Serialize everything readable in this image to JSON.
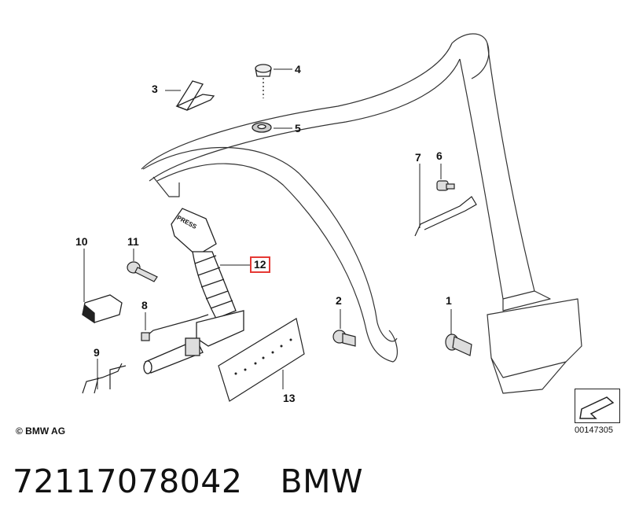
{
  "callouts": [
    {
      "number": "1"
    },
    {
      "number": "2"
    },
    {
      "number": "3"
    },
    {
      "number": "4"
    },
    {
      "number": "5"
    },
    {
      "number": "6"
    },
    {
      "number": "7"
    },
    {
      "number": "8"
    },
    {
      "number": "9"
    },
    {
      "number": "10"
    },
    {
      "number": "11"
    },
    {
      "number": "12",
      "highlighted": true
    },
    {
      "number": "13"
    }
  ],
  "buckle_text": "PRESS",
  "copyright": "© BMW AG",
  "diagram_id": "00147305",
  "caption": {
    "part_number": "72117078042",
    "brand": "BMW"
  },
  "colors": {
    "line": "#222222",
    "highlight": "#e53935",
    "background": "#ffffff"
  }
}
